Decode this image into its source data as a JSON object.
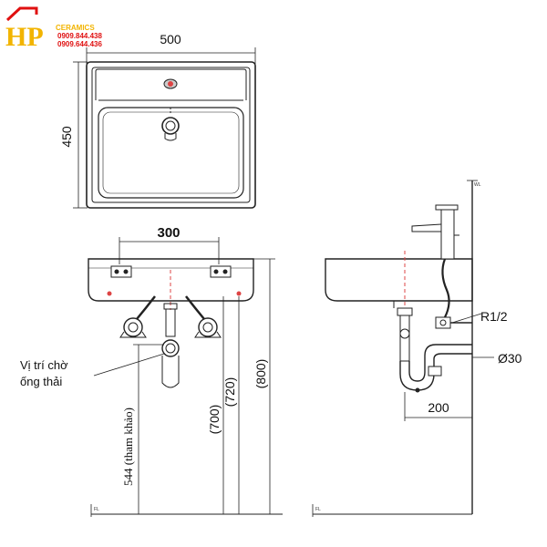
{
  "logo": {
    "brand": "HP",
    "sub": "CERAMICS",
    "phone1": "0909.844.438",
    "phone2": "0909.644.436",
    "colors": {
      "gold": "#f2b400",
      "red": "#e01010"
    }
  },
  "dimensions": {
    "top_width": "500",
    "top_depth": "450",
    "front_width": "300",
    "front_h1": "(700)",
    "front_h2": "(720)",
    "front_h3": "(800)",
    "front_ref": "544 (tham khảo)",
    "side_r": "R1/2",
    "side_d": "Ø30",
    "side_w": "200"
  },
  "labels": {
    "drain_note_1": "Vị trí chờ",
    "drain_note_2": "ống thải",
    "fl_front": "FL",
    "fl_side": "FL",
    "wl_side": "WL"
  }
}
